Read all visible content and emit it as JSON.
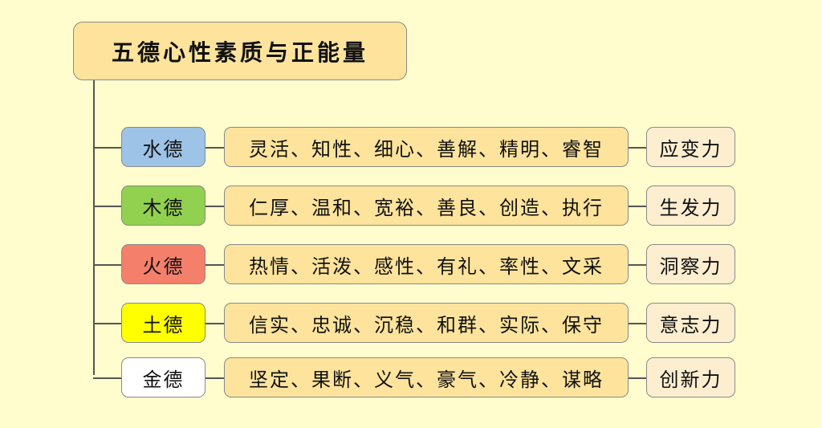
{
  "title": "五德心性素质与正能量",
  "rows": [
    {
      "element": "水德",
      "color": "#9dc3e6",
      "traits": "灵活、知性、细心、善解、精明、睿智",
      "ability": "应变力"
    },
    {
      "element": "木德",
      "color": "#92d050",
      "traits": "仁厚、温和、宽裕、善良、创造、执行",
      "ability": "生发力"
    },
    {
      "element": "火德",
      "color": "#f4806c",
      "traits": "热情、活泼、感性、有礼、率性、文采",
      "ability": "洞察力"
    },
    {
      "element": "土德",
      "color": "#ffff00",
      "traits": "信实、忠诚、沉稳、和群、实际、保守",
      "ability": "意志力"
    },
    {
      "element": "金德",
      "color": "#ffffff",
      "traits": "坚定、果断、义气、豪气、冷静、谋略",
      "ability": "创新力"
    }
  ]
}
